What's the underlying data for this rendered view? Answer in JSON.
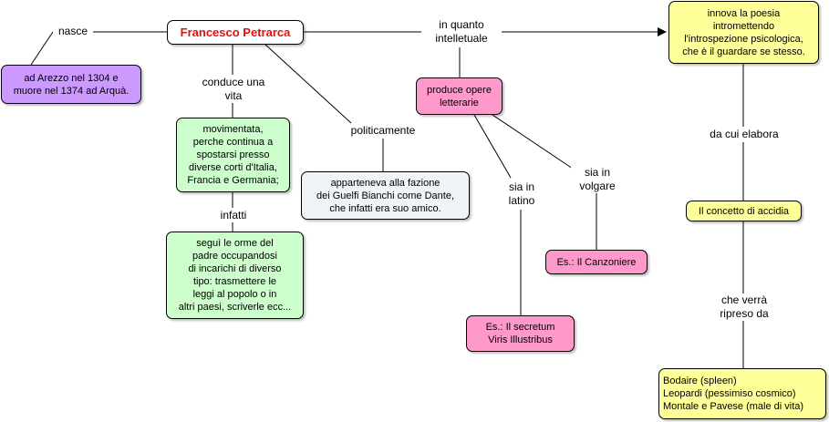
{
  "colors": {
    "main_fill": "#ffffff",
    "purple": "#cc99ff",
    "green": "#ccffcc",
    "grayblue": "#eef4f7",
    "pink": "#ff99cc",
    "yellow": "#ffff99",
    "title_text": "#e01010"
  },
  "nodes": {
    "main": "Francesco Petrarca",
    "birth": "ad Arezzo nel 1304 e\nmuore nel 1374 ad Arquà.",
    "life": "movimentata,\nperche continua a\nspostarsi presso\ndiverse corti d'Italia,\nFrancia e Germania;",
    "father": "seguì le orme del\npadre occupandosi\ndi incarichi di diverso\ntipo: trasmettere le\nleggi al popolo o in\naltri paesi, scriverle ecc...",
    "politics": "apparteneva alla fazione\ndei Guelfi Bianchi come Dante,\nche infatti era suo amico.",
    "works": "produce opere\nletterarie",
    "latin_ex": "Es.: Il secretum\n  Viris Illustribus",
    "vulgar_ex": "Es.: Il Canzoniere",
    "poetry": "innova la poesia\nintromettendo\nl'introspezione psicologica,\nche è il guardare se stesso.",
    "accidia": "Il concetto di accidia",
    "heirs": "Bodaire (spleen)\nLeopardi (pessimiso cosmico)\nMontale e Pavese (male di vita)"
  },
  "labels": {
    "nasce": "nasce",
    "conduce": "conduce una\nvita",
    "infatti": "infatti",
    "politicamente": "politicamente",
    "in_quanto": "in quanto\nintelletuale",
    "sia_latino": "sia in\nlatino",
    "sia_volgare": "sia in\nvolgare",
    "da_cui": "da cui elabora",
    "che_verra": "che verrà\nripreso da"
  }
}
